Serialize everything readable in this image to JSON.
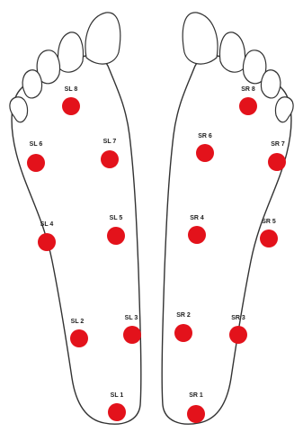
{
  "colors": {
    "sensor": "#e3121b",
    "outline": "#333333",
    "label": "#222222"
  },
  "feet": {
    "left": {
      "sensors": [
        {
          "id": "SL8",
          "label": "SL 8"
        },
        {
          "id": "SL6",
          "label": "SL 6"
        },
        {
          "id": "SL7",
          "label": "SL 7"
        },
        {
          "id": "SL4",
          "label": "SL 4"
        },
        {
          "id": "SL5",
          "label": "SL 5"
        },
        {
          "id": "SL2",
          "label": "SL 2"
        },
        {
          "id": "SL3",
          "label": "SL 3"
        },
        {
          "id": "SL1",
          "label": "SL 1"
        }
      ]
    },
    "right": {
      "sensors": [
        {
          "id": "SR8",
          "label": "SR 8"
        },
        {
          "id": "SR6",
          "label": "SR 6"
        },
        {
          "id": "SR7",
          "label": "SR 7"
        },
        {
          "id": "SR4",
          "label": "SR 4"
        },
        {
          "id": "SR5",
          "label": "SR 5"
        },
        {
          "id": "SR2",
          "label": "SR 2"
        },
        {
          "id": "SR3",
          "label": "SR 3"
        },
        {
          "id": "SR1",
          "label": "SR 1"
        }
      ]
    }
  }
}
